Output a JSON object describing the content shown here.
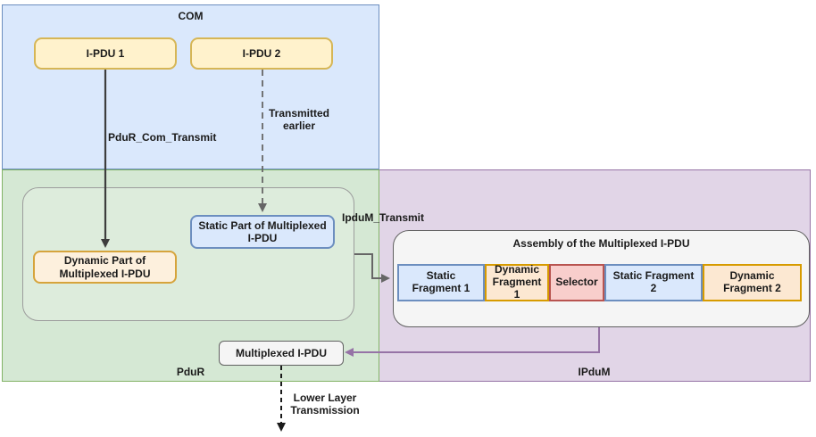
{
  "diagram": {
    "com": {
      "label": "COM",
      "ipdu1_label": "I-PDU 1",
      "ipdu2_label": "I-PDU 2"
    },
    "pdur": {
      "label": "PduR",
      "static_part_label": "Static Part of Multiplexed I-PDU",
      "dynamic_part_label": "Dynamic Part of Multiplexed I-PDU",
      "multiplexed_ipdu_label": "Multiplexed I-PDU"
    },
    "ipdum": {
      "label": "IPduM",
      "assembly_title": "Assembly of the Multiplexed I-PDU",
      "fragments": [
        {
          "label": "Static Fragment 1",
          "type": "static"
        },
        {
          "label": "Dynamic Fragment 1",
          "type": "dynamic"
        },
        {
          "label": "Selector",
          "type": "selector"
        },
        {
          "label": "Static Fragment 2",
          "type": "static"
        },
        {
          "label": "Dynamic Fragment 2",
          "type": "dynamic"
        }
      ]
    },
    "edge_labels": {
      "pdur_com_transmit": "PduR_Com_Transmit",
      "transmitted_earlier": "Transmitted earlier",
      "ipdum_transmit": "IpduM_Transmit",
      "lower_layer_transmission": "Lower Layer Transmission"
    },
    "colors": {
      "com_fill": "#dae8fc",
      "com_border": "#6c8ebf",
      "pdur_fill": "#d5e8d4",
      "pdur_border": "#82b366",
      "ipdum_fill": "#e1d5e7",
      "ipdum_border": "#9673a6",
      "yellow_fill": "#fff2cc",
      "yellow_border": "#d6b656",
      "orange_fill": "#fce8d2",
      "orange_border": "#d79b00",
      "blue_fill": "#dae8fc",
      "blue_border": "#6c8ebf",
      "red_fill": "#f8cecc",
      "red_border": "#b85450",
      "gray_fill": "#f5f5f5",
      "gray_border": "#616161",
      "arrow_dark": "#3d3d3d",
      "arrow_gray": "#666666",
      "arrow_purple": "#9673a6",
      "arrow_black": "#1a1a1a"
    }
  }
}
